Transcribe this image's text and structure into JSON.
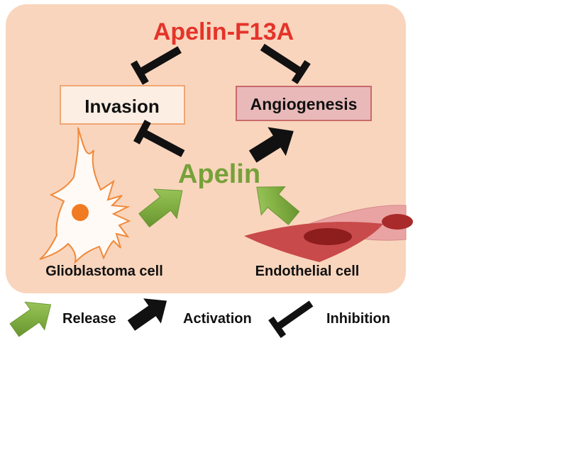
{
  "diagram": {
    "drug": "Apelin-F13A",
    "effects": {
      "invasion": "Invasion",
      "angiogenesis": "Angiogenesis"
    },
    "mediator": "Apelin",
    "cells": {
      "glioblastoma": "Glioblastoma cell",
      "endothelial": "Endothelial cell"
    }
  },
  "legend": {
    "release": "Release",
    "activation": "Activation",
    "inhibition": "Inhibition"
  },
  "colors": {
    "panel": "#f9d5bd",
    "drug": "#e5332a",
    "mediator": "#76a13a",
    "invasion_box_fill": "#fdeee3",
    "invasion_box_border": "#f0a673",
    "angiogenesis_box_fill": "#e9b9b9",
    "angiogenesis_box_border": "#c96a6a",
    "glioblastoma_outline": "#f08a3b",
    "glioblastoma_nucleus": "#f07b20",
    "endothelial": "#c94a4a",
    "endothelial_nucleus": "#8e1d1d",
    "arrow": "#111111"
  },
  "icons": [
    "release-arrow-icon",
    "activation-arrow-icon",
    "inhibition-arrow-icon"
  ]
}
